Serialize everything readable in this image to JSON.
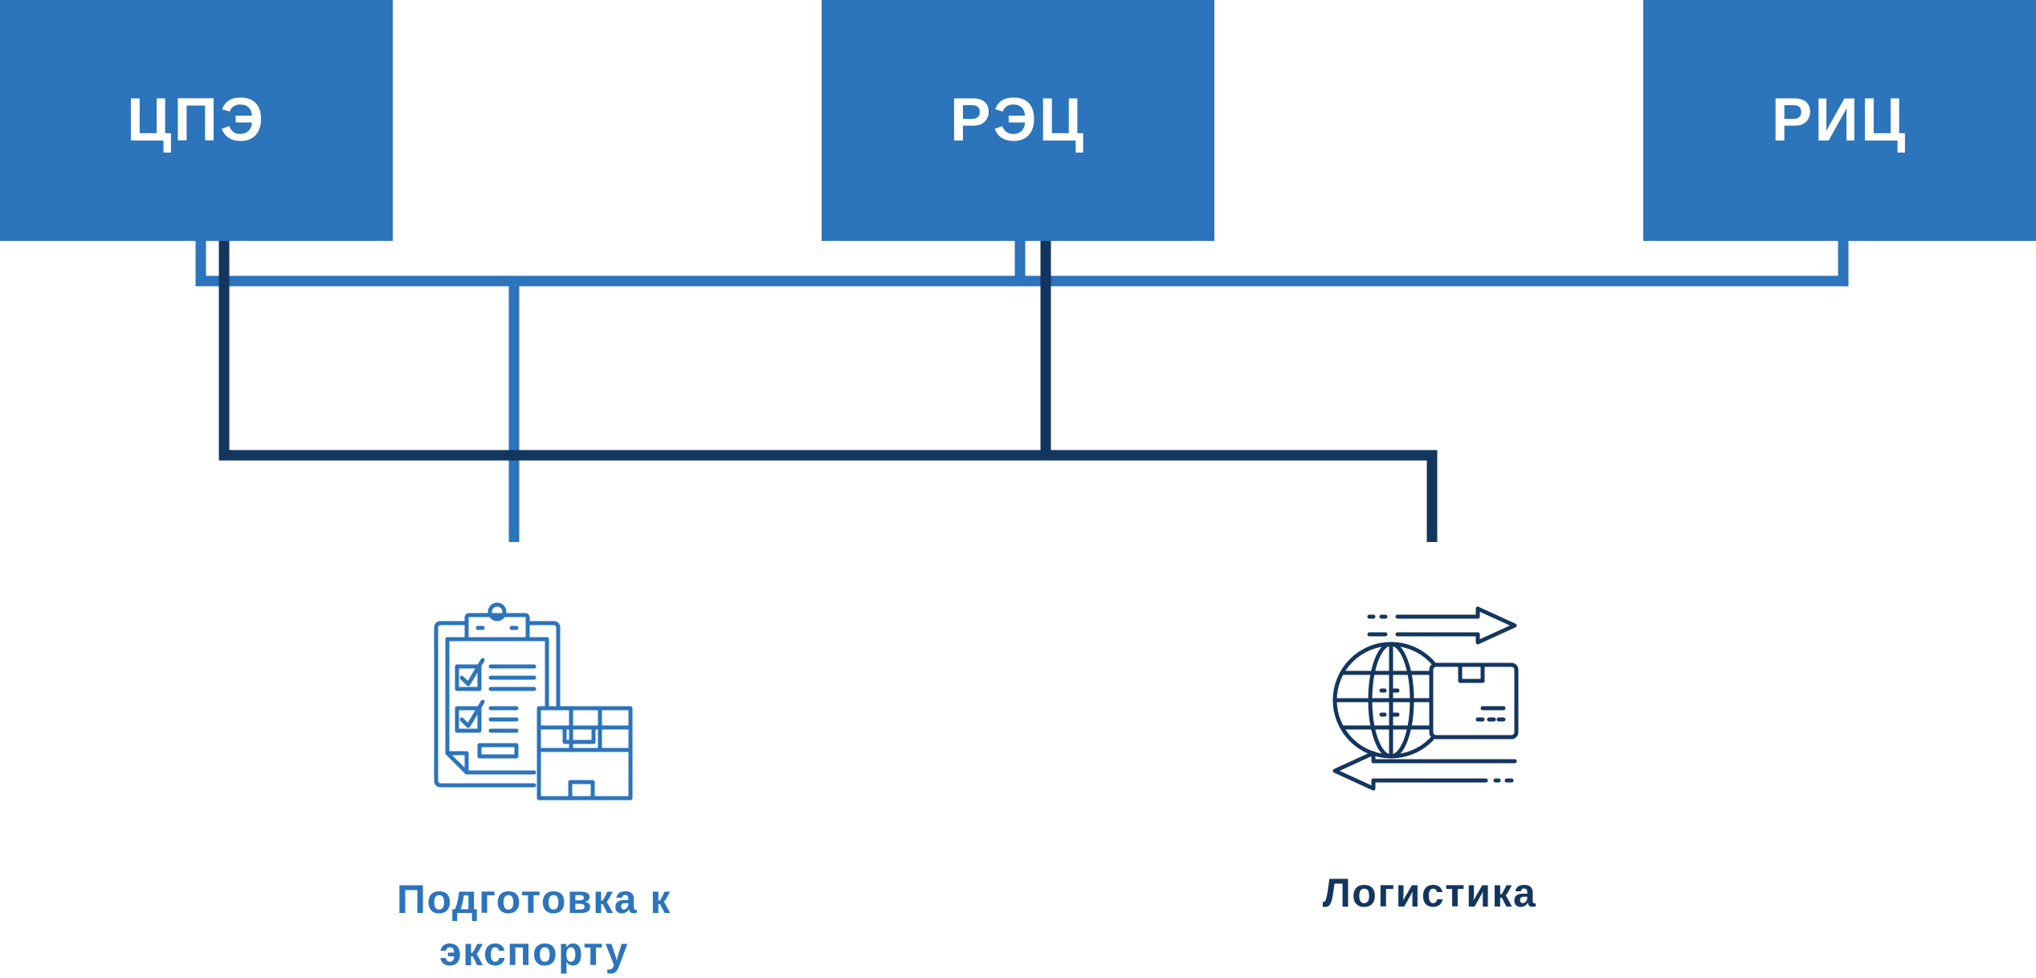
{
  "nodes": {
    "cpe": "ЦПЭ",
    "rec": "РЭЦ",
    "ric": "РИЦ"
  },
  "outcomes": {
    "export_prep": "Подготовка к экспорту",
    "logistics": "Логистика"
  },
  "colors": {
    "light_blue": "#2c74bb",
    "dark_navy": "#13365e",
    "background": "#ffffff"
  },
  "icons": {
    "export_prep": "clipboard-checklist-with-boxes-icon",
    "logistics": "globe-with-parcel-and-arrows-icon"
  }
}
